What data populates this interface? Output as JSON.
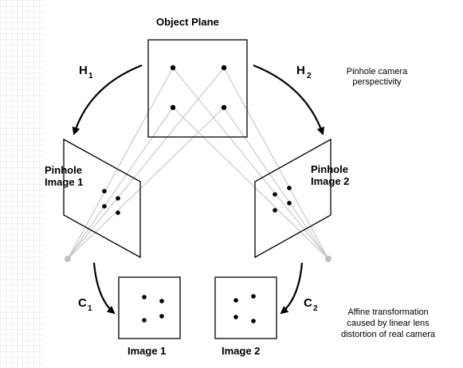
{
  "labels": {
    "object_plane": "Object Plane",
    "pinhole_image_1_line1": "Pinhole",
    "pinhole_image_1_line2": "Image 1",
    "pinhole_image_2_line1": "Pinhole",
    "pinhole_image_2_line2": "Image 2",
    "image_1": "Image 1",
    "image_2": "Image 2",
    "h1_main": "H",
    "h1_sub": "1",
    "h2_main": "H",
    "h2_sub": "2",
    "c1_main": "C",
    "c1_sub": "1",
    "c2_main": "C",
    "c2_sub": "2"
  },
  "notes": {
    "perspectivity_line1": "Pinhole camera",
    "perspectivity_line2": "perspectivity",
    "affine_line1": "Affine transformation",
    "affine_line2": "caused by linear lens",
    "affine_line3": "distortion of real camera"
  },
  "colors": {
    "ray": "#c8c8c8",
    "pinhole": "#c0c0c0",
    "stroke": "#000000",
    "grid": "#eef0f3"
  }
}
